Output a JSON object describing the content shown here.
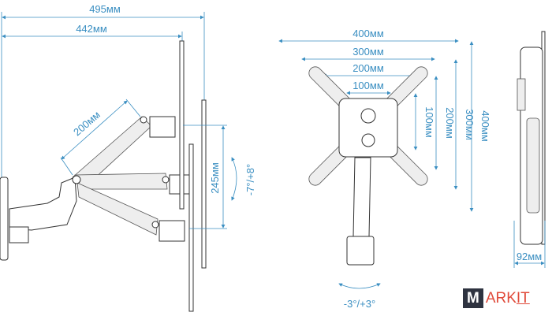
{
  "side_view": {
    "overall_depth": "495мм",
    "arm_depth": "442мм",
    "arm_length": "200мм",
    "vertical_travel": "245мм",
    "tilt": "-7°/+8°"
  },
  "front_view": {
    "vesa_widths": [
      "400мм",
      "300мм",
      "200мм",
      "100мм"
    ],
    "vesa_heights": [
      "100мм",
      "200мм",
      "300мм",
      "400мм"
    ],
    "swivel": "-3°/+3°"
  },
  "profile_view": {
    "wall_distance": "92мм"
  },
  "logo": {
    "first": "M",
    "middle": "ARK",
    "last": "IT"
  },
  "colors": {
    "dimension": "#3b8fc2",
    "logo_dark": "#2e3340",
    "logo_red": "#e04a3a"
  }
}
